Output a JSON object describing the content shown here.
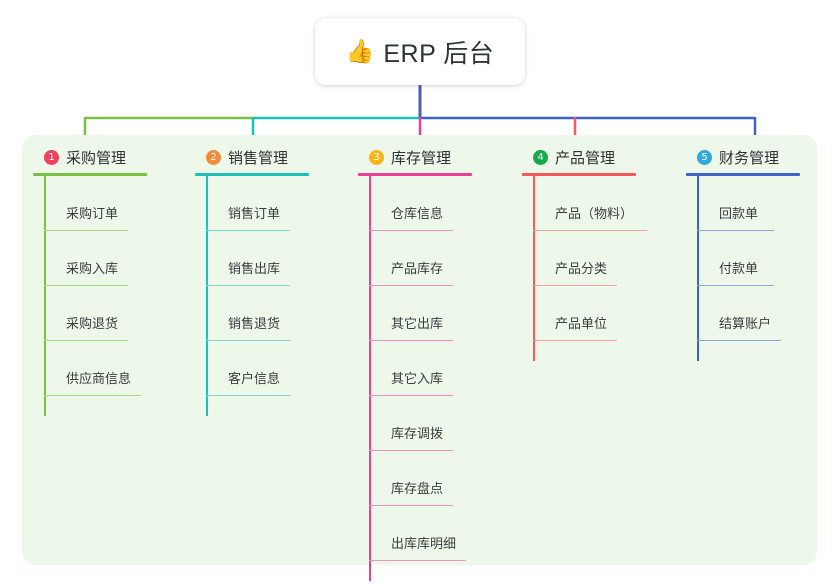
{
  "root": {
    "icon": "thumbs-up-icon",
    "icon_glyph": "👍",
    "label": "ERP 后台"
  },
  "palette": {
    "panel_background": "#edf7ea",
    "page_background": "#ffffff",
    "root_text": "#2f3133",
    "root_connector": "#4f5bb5"
  },
  "columns": [
    {
      "number": "1",
      "title": "采购管理",
      "badge_color": "#ef4060",
      "line_color": "#7ac143",
      "item_line_color": "#a8d97e",
      "header_rule_width": 114,
      "spine_height": 240,
      "items": [
        {
          "label": "采购订单",
          "rule_width": 84
        },
        {
          "label": "采购入库",
          "rule_width": 84
        },
        {
          "label": "采购退货",
          "rule_width": 84
        },
        {
          "label": "供应商信息",
          "rule_width": 97
        }
      ]
    },
    {
      "number": "2",
      "title": "销售管理",
      "badge_color": "#f68b39",
      "line_color": "#1dc1b8",
      "item_line_color": "#7ed8d1",
      "header_rule_width": 114,
      "spine_height": 240,
      "items": [
        {
          "label": "销售订单",
          "rule_width": 84
        },
        {
          "label": "销售出库",
          "rule_width": 84
        },
        {
          "label": "销售退货",
          "rule_width": 84
        },
        {
          "label": "客户信息",
          "rule_width": 84
        }
      ]
    },
    {
      "number": "3",
      "title": "库存管理",
      "badge_color": "#fbb316",
      "line_color": "#ec3f96",
      "item_line_color": "#ef91c2",
      "header_rule_width": 114,
      "spine_height": 405,
      "items": [
        {
          "label": "仓库信息",
          "rule_width": 84
        },
        {
          "label": "产品库存",
          "rule_width": 84
        },
        {
          "label": "其它出库",
          "rule_width": 84
        },
        {
          "label": "其它入库",
          "rule_width": 84
        },
        {
          "label": "库存调拨",
          "rule_width": 84
        },
        {
          "label": "库存盘点",
          "rule_width": 84
        },
        {
          "label": "出库库明细",
          "rule_width": 97
        }
      ]
    },
    {
      "number": "4",
      "title": "产品管理",
      "badge_color": "#16a94a",
      "line_color": "#f1595c",
      "item_line_color": "#f5a0a2",
      "header_rule_width": 114,
      "spine_height": 185,
      "items": [
        {
          "label": "产品（物料）",
          "rule_width": 114
        },
        {
          "label": "产品分类",
          "rule_width": 84
        },
        {
          "label": "产品单位",
          "rule_width": 84
        }
      ]
    },
    {
      "number": "5",
      "title": "财务管理",
      "badge_color": "#2eaadc",
      "line_color": "#3f63c4",
      "item_line_color": "#90a6e0",
      "header_rule_width": 114,
      "spine_height": 185,
      "items": [
        {
          "label": "回款单",
          "rule_width": 77
        },
        {
          "label": "付款单",
          "rule_width": 77
        },
        {
          "label": "结算账户",
          "rule_width": 84
        }
      ]
    }
  ]
}
